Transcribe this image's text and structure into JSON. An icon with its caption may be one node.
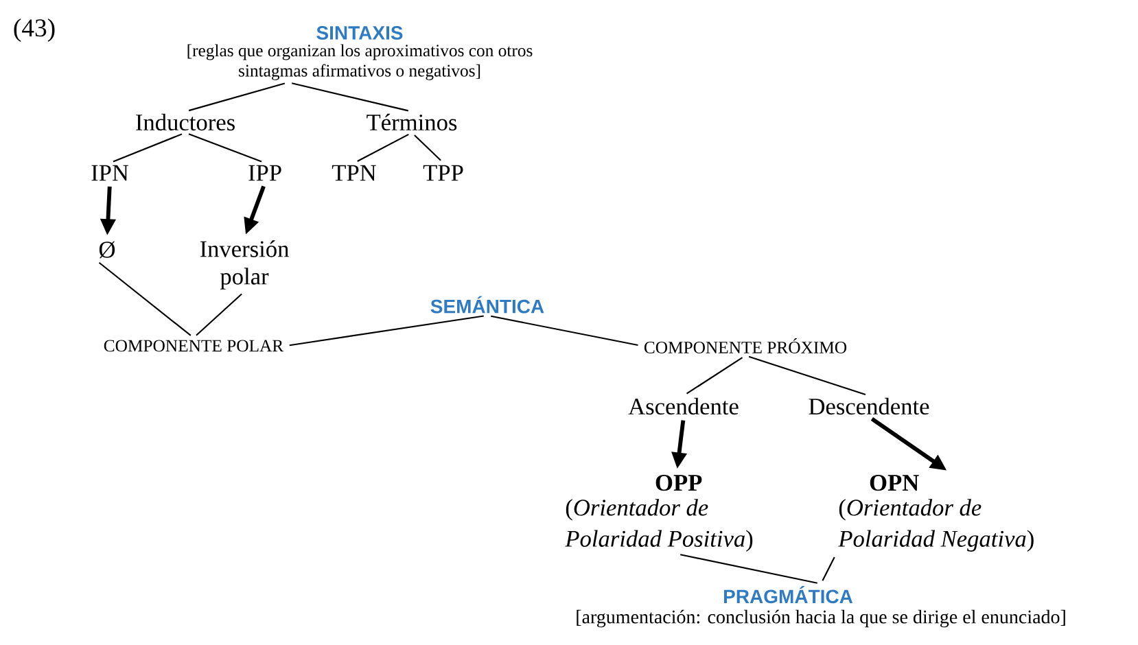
{
  "diagram": {
    "nodes": [
      {
        "text": [
          "SINTAXIS",
          "[reglas que organizan los aproximativos con otros sintagmas afirmativos o negativos]"
        ]
      },
      {
        "text": [
          "Inductores"
        ]
      },
      {
        "text": [
          "Términos"
        ]
      },
      {
        "text": [
          "IPN"
        ]
      },
      {
        "text": [
          "IPP"
        ]
      },
      {
        "text": [
          "TPN"
        ]
      },
      {
        "text": [
          "TPP"
        ]
      },
      {
        "text": [
          "Ø"
        ]
      },
      {
        "text": [
          "Inversión polar"
        ]
      },
      {
        "text": [
          "SEMÁNTICA"
        ]
      },
      {
        "text": [
          "COMPONENTE POLAR"
        ]
      },
      {
        "text": [
          "COMPONENTE PRÓXIMO"
        ]
      },
      {
        "text": [
          "Ascendente"
        ]
      },
      {
        "text": [
          "Descendente"
        ]
      },
      {
        "text": [
          "OPP",
          "(*Orientador de Polaridad Positiva*)"
        ]
      },
      {
        "text": [
          "OPN",
          "(*Orientador de Polaridad Negativa*)"
        ]
      },
      {
        "text": [
          "PRAGMÁTICA",
          "[argumentación: conclusión hacia la que se dirige el enunciado]"
        ]
      }
    ],
    "edges": [
      {
        "from": 0,
        "to": 1,
        "arrow": "none"
      },
      {
        "from": 0,
        "to": 2,
        "arrow": "none"
      },
      {
        "from": 1,
        "to": 3,
        "arrow": "none"
      },
      {
        "from": 1,
        "to": 4,
        "arrow": "none"
      },
      {
        "from": 2,
        "to": 5,
        "arrow": "none"
      },
      {
        "from": 2,
        "to": 6,
        "arrow": "none"
      },
      {
        "from": 3,
        "to": 7,
        "arrow": "to",
        "style": "thick"
      },
      {
        "from": 4,
        "to": 8,
        "arrow": "to",
        "style": "thick"
      },
      {
        "from": 7,
        "to": 10,
        "arrow": "none"
      },
      {
        "from": 8,
        "to": 10,
        "arrow": "none"
      },
      {
        "from": 9,
        "to": 10,
        "arrow": "none"
      },
      {
        "from": 9,
        "to": 11,
        "arrow": "none"
      },
      {
        "from": 11,
        "to": 12,
        "arrow": "none"
      },
      {
        "from": 11,
        "to": 13,
        "arrow": "none"
      },
      {
        "from": 12,
        "to": 14,
        "arrow": "to",
        "style": "thick"
      },
      {
        "from": 13,
        "to": 15,
        "arrow": "to",
        "style": "thick"
      },
      {
        "from": 14,
        "to": 16,
        "arrow": "none"
      },
      {
        "from": 15,
        "to": 16,
        "arrow": "none"
      }
    ],
    "labels": [
      "(43)"
    ]
  }
}
